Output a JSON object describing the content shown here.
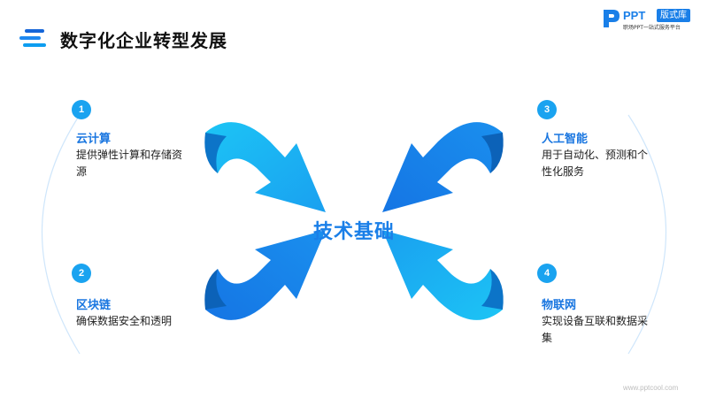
{
  "header": {
    "title": "数字化企业转型发展"
  },
  "logo": {
    "ppt_text": "PPT",
    "badge": "版式库",
    "tagline": "职场PPT一站式服务平台"
  },
  "center": {
    "label": "技术基础"
  },
  "items": [
    {
      "num": "1",
      "title": "云计算",
      "desc": "提供弹性计算和存储资源"
    },
    {
      "num": "2",
      "title": "区块链",
      "desc": "确保数据安全和透明"
    },
    {
      "num": "3",
      "title": "人工智能",
      "desc": "用于自动化、预测和个性化服务"
    },
    {
      "num": "4",
      "title": "物联网",
      "desc": "实现设备互联和数据采集"
    }
  ],
  "watermark": "www.pptcool.com",
  "colors": {
    "primary": "#1a7fe8",
    "light": "#1cc4f5",
    "dark": "#1565d8"
  }
}
